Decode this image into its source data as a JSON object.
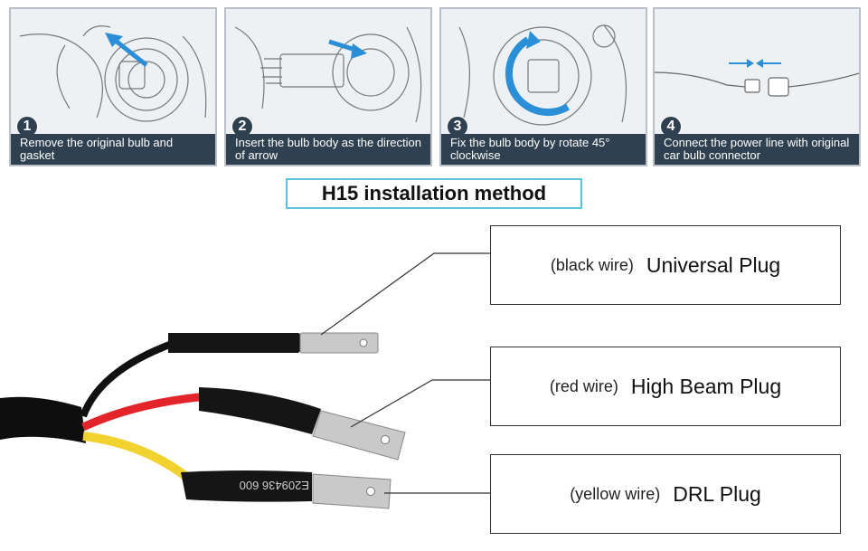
{
  "steps": [
    {
      "number": "1",
      "caption": "Remove the original bulb and gasket"
    },
    {
      "number": "2",
      "caption": "Insert the bulb body as the direction of arrow"
    },
    {
      "number": "3",
      "caption": "Fix the bulb body by rotate 45° clockwise"
    },
    {
      "number": "4",
      "caption": "Connect the power line with original car bulb connector"
    }
  ],
  "title": "H15 installation method",
  "labels": [
    {
      "wire": "(black wire)",
      "plug": "Universal Plug"
    },
    {
      "wire": "(red wire)",
      "plug": "High Beam Plug"
    },
    {
      "wire": "(yellow wire)",
      "plug": "DRL Plug"
    }
  ],
  "tube_marking": "E209436 600",
  "colors": {
    "arrow": "#2a8fd6",
    "caption_bg": "#2f4150",
    "title_border": "#59c3e3",
    "wire_black": "#111111",
    "wire_red": "#e3252b",
    "wire_yellow": "#f2d22e"
  },
  "icons": [
    "arrow-icon",
    "rotate-clockwise-icon",
    "converging-arrows-icon"
  ]
}
